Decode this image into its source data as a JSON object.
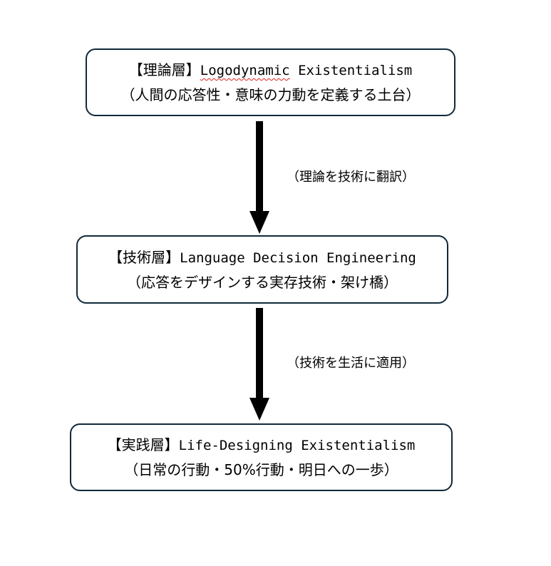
{
  "layers": [
    {
      "tag": "【理論層】",
      "name": "Logodynamic",
      "name2": " Existentialism",
      "desc": "（人間の応答性・意味の力動を定義する土台）"
    },
    {
      "tag": "【技術層】",
      "name": "Language Decision Engineering",
      "desc": "（応答をデザインする実存技術・架け橋）"
    },
    {
      "tag": "【実践層】",
      "name": "Life-Designing Existentialism",
      "desc": "（日常の行動・50%行動・明日への一歩）"
    }
  ],
  "arrows": [
    {
      "label": "（理論を技術に翻訳）"
    },
    {
      "label": "（技術を生活に適用）"
    }
  ],
  "colors": {
    "border": "#10293a",
    "arrow": "#000000",
    "spellcheck": "#e02020"
  }
}
